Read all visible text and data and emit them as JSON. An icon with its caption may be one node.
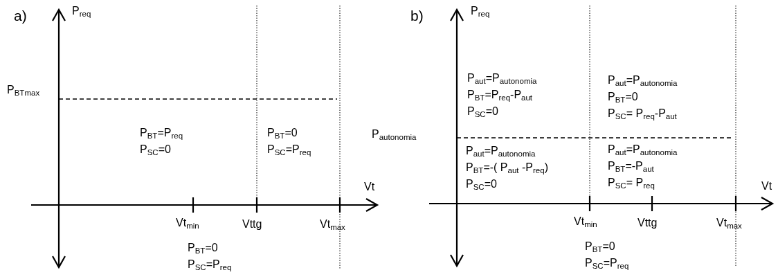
{
  "diagram": {
    "labels": [
      "a)",
      "P$_{req}$",
      "P$_{BTmax}$",
      "P$_{BT}$=P$_{req}$",
      "P$_{SC}$=0",
      "P$_{BT}$=0",
      "P$_{SC}$=P$_{req}$",
      "Vt",
      "Vt$_{min}$",
      "Vttg",
      "Vt$_{max}$",
      "P$_{BT}$=0",
      "P$_{SC}$=P$_{req}$",
      "b)",
      "P$_{req}$",
      "P$_{autonomia}$",
      "P$_{aut}$=P$_{autonomia}$",
      "P$_{BT}$=P$_{req}$-P$_{aut}$",
      "P$_{SC}$=0",
      "P$_{aut}$=P$_{autonomia}$",
      "P$_{BT}$=0",
      "P$_{SC}$= P$_{req}$-P$_{aut}$",
      "P$_{aut}$=P$_{autonomia}$",
      "P$_{BT}$=-( P$_{aut}$ -P$_{req}$)",
      "P$_{SC}$=0",
      "P$_{aut}$=P$_{autonomia}$",
      "P$_{BT}$=-P$_{aut}$",
      "P$_{SC}$= P$_{req}$",
      "Vt",
      "Vt$_{min}$",
      "Vttg",
      "Vt$_{max}$",
      "P$_{BT}$=0",
      "P$_{SC}$=P$_{req}$"
    ]
  }
}
